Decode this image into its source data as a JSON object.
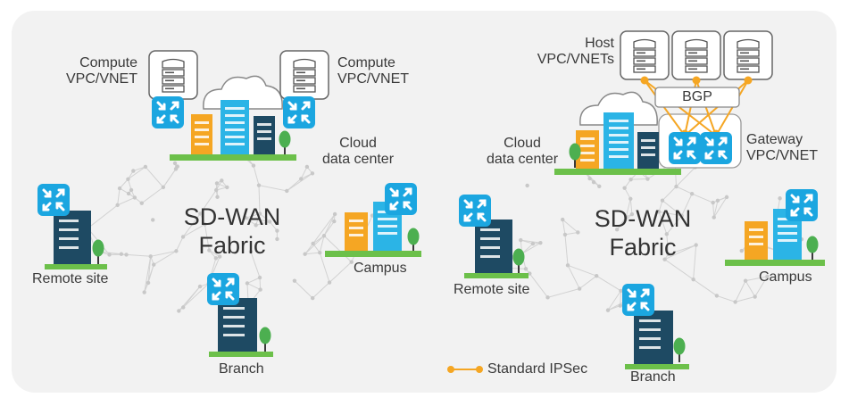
{
  "left_panel": {
    "fabric_line1": "SD-WAN",
    "fabric_line2": "Fabric",
    "compute_left": [
      "Compute",
      "VPC/VNET"
    ],
    "compute_right": [
      "Compute",
      "VPC/VNET"
    ],
    "cloud_dc": [
      "Cloud",
      "data center"
    ],
    "remote_site": "Remote site",
    "campus": "Campus",
    "branch": "Branch"
  },
  "right_panel": {
    "fabric_line1": "SD-WAN",
    "fabric_line2": "Fabric",
    "host": [
      "Host",
      "VPC/VNETs"
    ],
    "bgp": "BGP",
    "cloud_dc": [
      "Cloud",
      "data center"
    ],
    "gateway": [
      "Gateway",
      "VPC/VNET"
    ],
    "remote_site": "Remote site",
    "campus": "Campus",
    "branch": "Branch"
  },
  "legend": {
    "label": "Standard IPSec"
  },
  "colors": {
    "router": "#1ba6e0",
    "dark_building": "#1e4a63",
    "blue_building": "#2bb4e6",
    "orange_building": "#f5a623",
    "ground": "#6cc04a",
    "tree": "#4caf50",
    "ipsec": "#f5a623",
    "panel_bg": "#f2f2f2"
  }
}
